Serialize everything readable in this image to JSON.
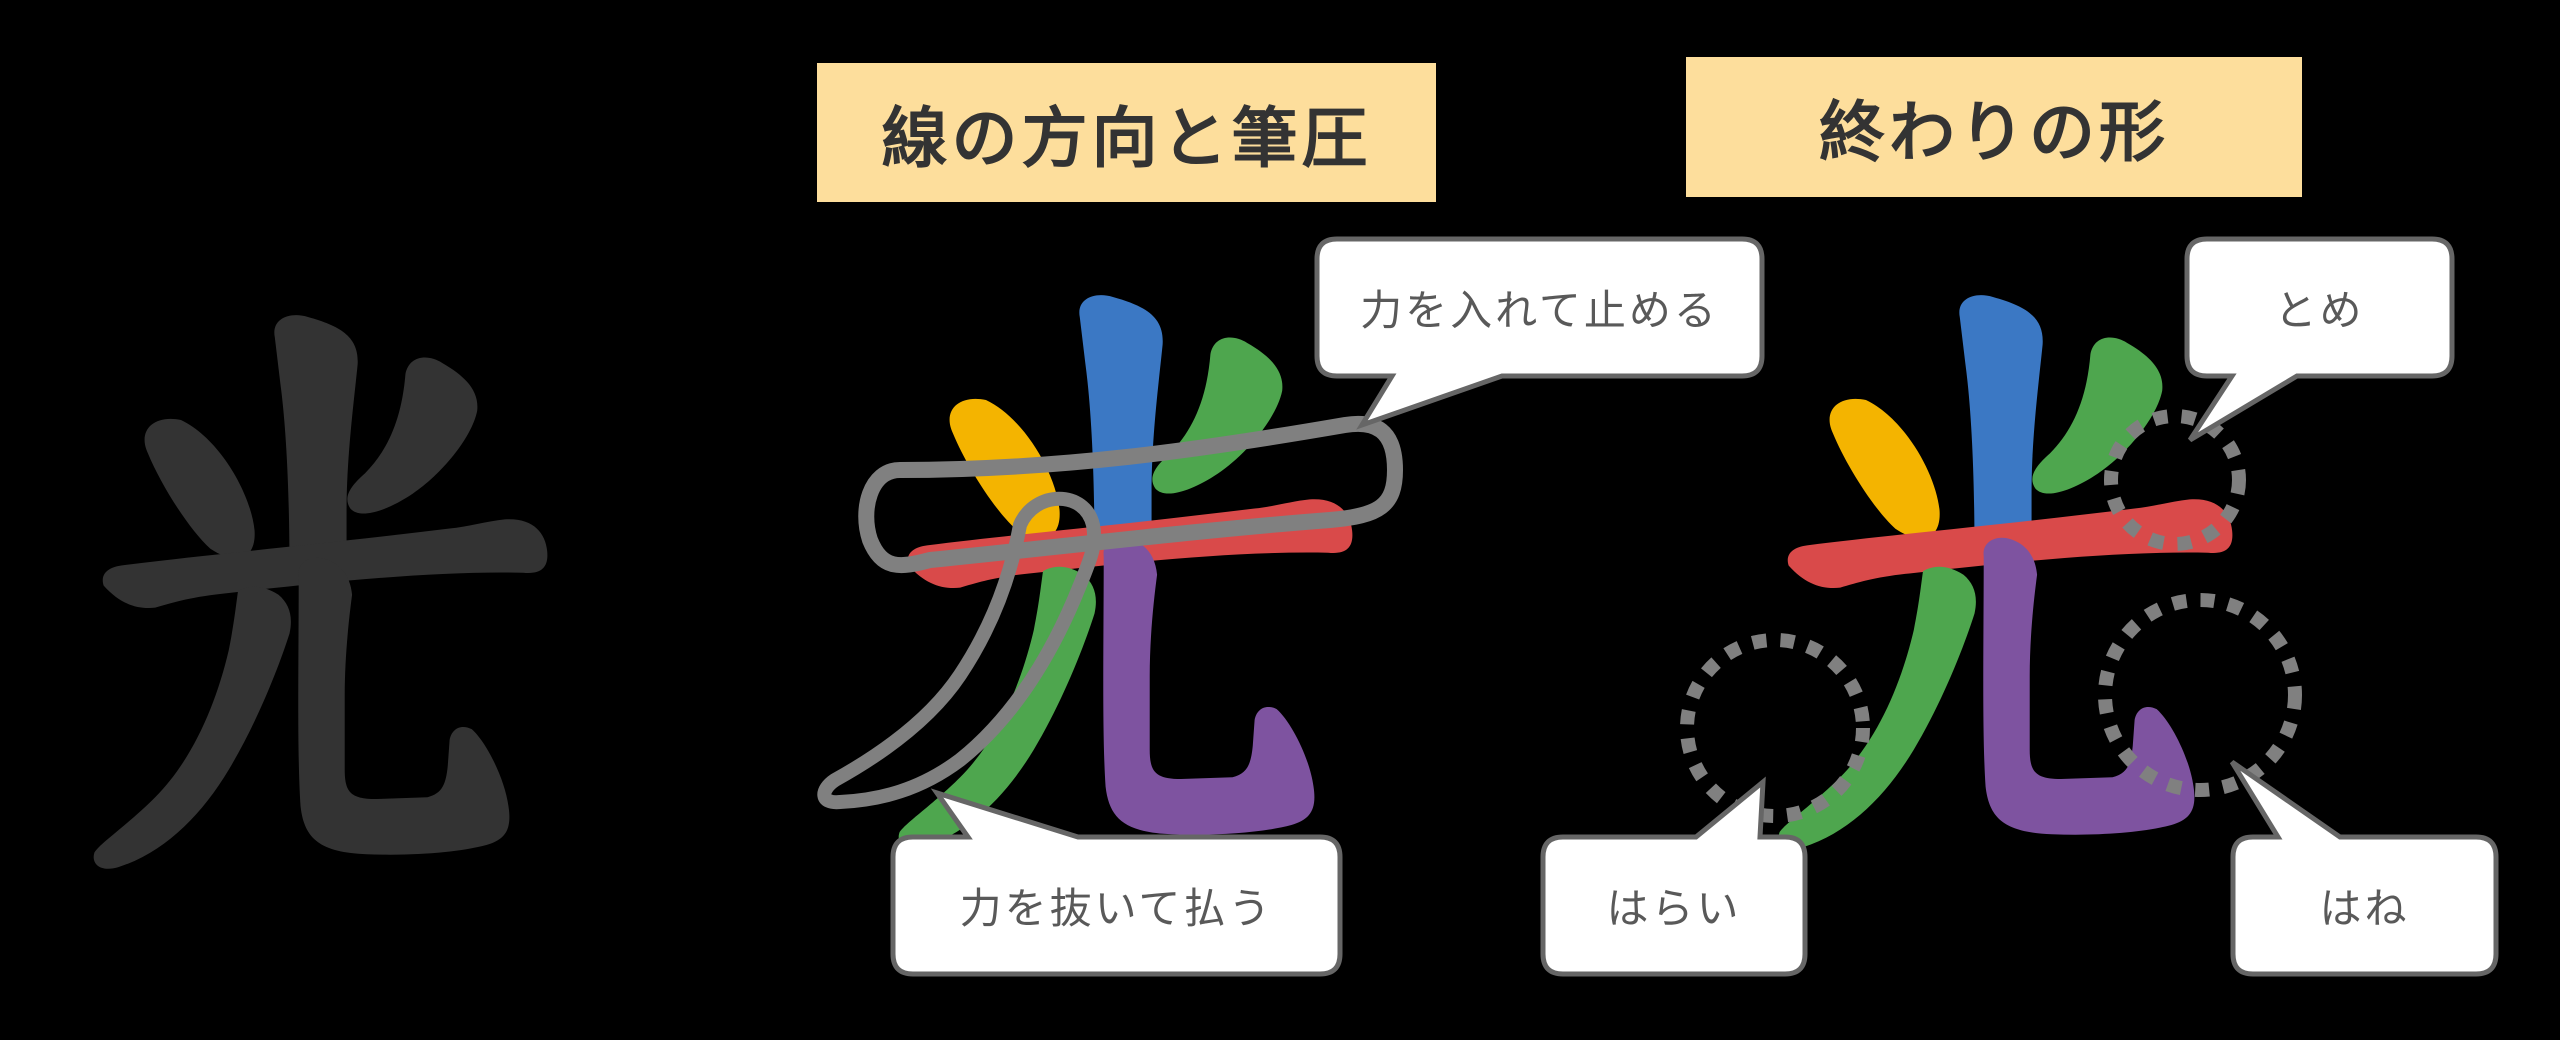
{
  "headings": {
    "stroke_direction": "線の方向と筆圧",
    "stroke_ending": "終わりの形"
  },
  "kanji": {
    "character": "光",
    "plain_color": "#333333",
    "stroke_colors": {
      "stroke1_left_dot": "#F4B400",
      "stroke2_vertical": "#3B78C4",
      "stroke3_right_dot": "#4EA64E",
      "stroke4_horizontal": "#D94A4A",
      "stroke5_left_sweep": "#4EA64E",
      "stroke6_hook": "#7E53A0"
    }
  },
  "callouts": {
    "press_and_stop": "力を入れて止める",
    "release_and_sweep": "力を抜いて払う",
    "tome": "とめ",
    "harai": "はらい",
    "hane": "はね"
  },
  "colors": {
    "background": "#000000",
    "heading_bg": "#FDDE9C",
    "heading_text": "#333333",
    "callout_border": "#666666",
    "callout_bg": "#FFFFFF",
    "callout_text": "#595959",
    "highlight_outline": "#808080"
  }
}
